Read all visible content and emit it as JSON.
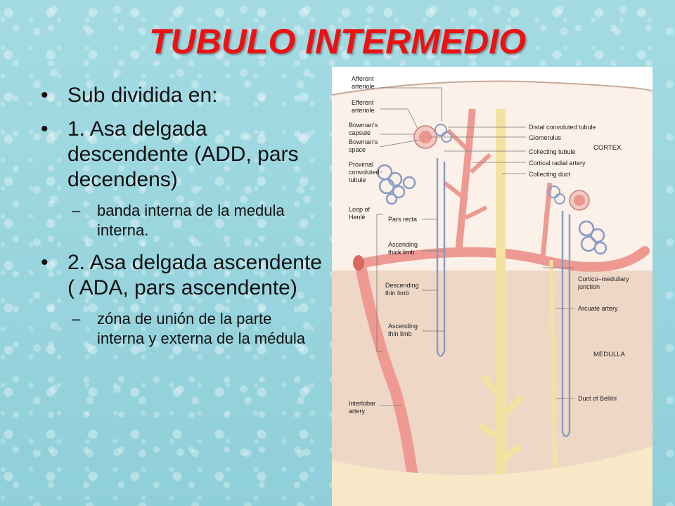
{
  "title": "TUBULO INTERMEDIO",
  "bullets": [
    "Sub dividida en:",
    "1. Asa delgada descendente (ADD, pars decendens)",
    "banda interna de la medula interna.",
    "2. Asa delgada ascendente ( ADA, pars ascendente)",
    "zóna de unión de la parte interna y externa de la médula"
  ],
  "dash": "–",
  "figure": {
    "left_labels": {
      "afferent": [
        "Afferent",
        "arteriole"
      ],
      "efferent": [
        "Efferent",
        "arteriole"
      ],
      "bowman_capsule": [
        "Bowman's",
        "capsule"
      ],
      "bowman_space": [
        "Bowman's",
        "space"
      ],
      "proximal": [
        "Proximal",
        "convoluted",
        "tubule"
      ],
      "loop": [
        "Loop of",
        "Henlé"
      ],
      "pars_recta": "Pars recta",
      "ascending_thick": [
        "Ascending",
        "thick limb"
      ],
      "descending_thin": [
        "Descending",
        "thin limb"
      ],
      "ascending_thin": [
        "Ascending",
        "thin limb"
      ],
      "interlobar": [
        "Interlobar",
        "artery"
      ]
    },
    "right_labels": {
      "distal": "Distal convoluted tubule",
      "glomerulus": "Glomerulus",
      "collecting_tubule": "Collecting tubule",
      "cortical_radial": "Cortical radial artery",
      "collecting_duct": "Collecting duct",
      "cortico": [
        "Cortico–medullary",
        "junction"
      ],
      "arcuate": "Arcuate artery",
      "bellini": "Duct of Bellini"
    },
    "zones": {
      "cortex": "CORTEX",
      "medulla": "MEDULLA"
    },
    "colors": {
      "cortex": "#fbf1e8",
      "medulla": "#efd7c6",
      "artery": "#ee9a92",
      "duct": "#f4e2a0",
      "tubule": "#8a9bc8"
    }
  }
}
